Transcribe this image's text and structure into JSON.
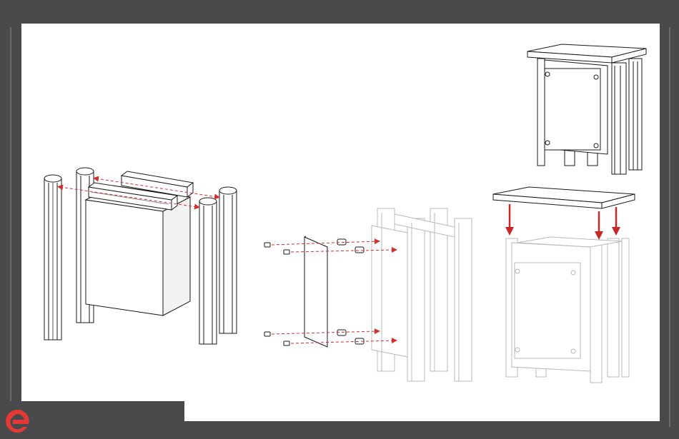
{
  "document": {
    "kind": "assembly-instructions",
    "steps": [
      {
        "step": "frame-assembly",
        "parts": [
          "aluminum-extrusion-posts",
          "cross-rails",
          "enclosure-box"
        ]
      },
      {
        "step": "side-panel-mounting",
        "parts": [
          "side-panel",
          "screws",
          "standoffs"
        ]
      },
      {
        "step": "top-plate-mounting",
        "parts": [
          "top-plate",
          "frame"
        ]
      },
      {
        "step": "finished-assembly",
        "parts": [
          "completed-stand"
        ]
      }
    ]
  },
  "colors": {
    "background": "#4a4a4c",
    "sheet": "#ffffff",
    "line": "#1a1a1a",
    "ghost_line": "#b8b8b8",
    "arrow_red": "#d32f2f",
    "logo_red": "#e53935"
  },
  "icons": {
    "logo": "brand-e-logo-icon",
    "arrow": "red-down-arrow-icon"
  }
}
